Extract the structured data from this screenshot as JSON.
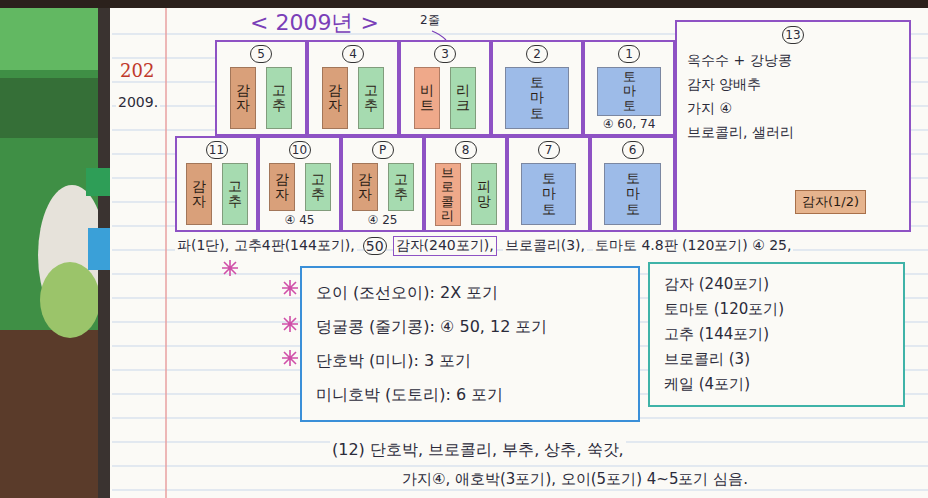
{
  "diagram": {
    "title": "< 2009년 >",
    "nodes": [
      {
        "text": [
          "5"
        ]
      },
      {
        "text": [
          "감자"
        ],
        "in": 0
      },
      {
        "text": [
          "고추"
        ],
        "in": 0
      },
      {
        "text": [
          "4"
        ]
      },
      {
        "text": [
          "감자"
        ],
        "in": 3
      },
      {
        "text": [
          "고추"
        ],
        "in": 3
      },
      {
        "text": [
          "3"
        ]
      },
      {
        "text": [
          "비트"
        ],
        "in": 6
      },
      {
        "text": [
          "리크"
        ],
        "in": 6
      },
      {
        "text": [
          "2"
        ]
      },
      {
        "text": [
          "토마토"
        ],
        "in": 9
      },
      {
        "text": [
          "1",
          "④ 60, 74"
        ]
      },
      {
        "text": [
          "토마토"
        ],
        "in": 11
      },
      {
        "text": [
          "13",
          "옥수수 + 강낭콩",
          "감자 양배추",
          "가지 ④",
          "브로콜리, 샐러리"
        ]
      },
      {
        "text": [
          "감자(1/2)"
        ],
        "in": 13
      },
      {
        "text": [
          "11"
        ]
      },
      {
        "text": [
          "감자"
        ],
        "in": 15
      },
      {
        "text": [
          "고추"
        ],
        "in": 15
      },
      {
        "text": [
          "10",
          "④ 45"
        ]
      },
      {
        "text": [
          "감자"
        ],
        "in": 18
      },
      {
        "text": [
          "고추"
        ],
        "in": 18
      },
      {
        "text": [
          "P",
          "④ 25"
        ]
      },
      {
        "text": [
          "감자"
        ],
        "in": 21
      },
      {
        "text": [
          "고추"
        ],
        "in": 21
      },
      {
        "text": [
          "8"
        ]
      },
      {
        "text": [
          "브로콜리"
        ],
        "in": 24
      },
      {
        "text": [
          "피망"
        ],
        "in": 24
      },
      {
        "text": [
          "7"
        ]
      },
      {
        "text": [
          "토마토"
        ],
        "in": 27
      },
      {
        "text": [
          "6"
        ]
      },
      {
        "text": [
          "토마토"
        ],
        "in": 29
      },
      {
        "text": [
          "감자 (240포기)",
          "토마토 (120포기)",
          "고추 (144포기)",
          "브로콜리 (3)",
          "케일 (4포기)"
        ]
      },
      {
        "text": [
          "오이 (조선오이): 2X 포기",
          "덩굴콩 (줄기콩): ④ 50, 12 포기",
          "단호박 (미니): 3 포기",
          "미니호박 (도토리): 6 포기"
        ]
      }
    ],
    "labels": [
      "202",
      "2009.",
      "2줄",
      "파(1단), 고추4판(144포기),",
      "50",
      "감자(240포기),",
      "브로콜리(3),",
      "토마토 4.8판 (120포기) ④ 25,",
      "(12) 단호박, 브로콜리, 부추, 상추, 쑥갓,",
      "가지④, 애호박(3포기), 오이(5포기) 4~5포기 심음."
    ]
  }
}
